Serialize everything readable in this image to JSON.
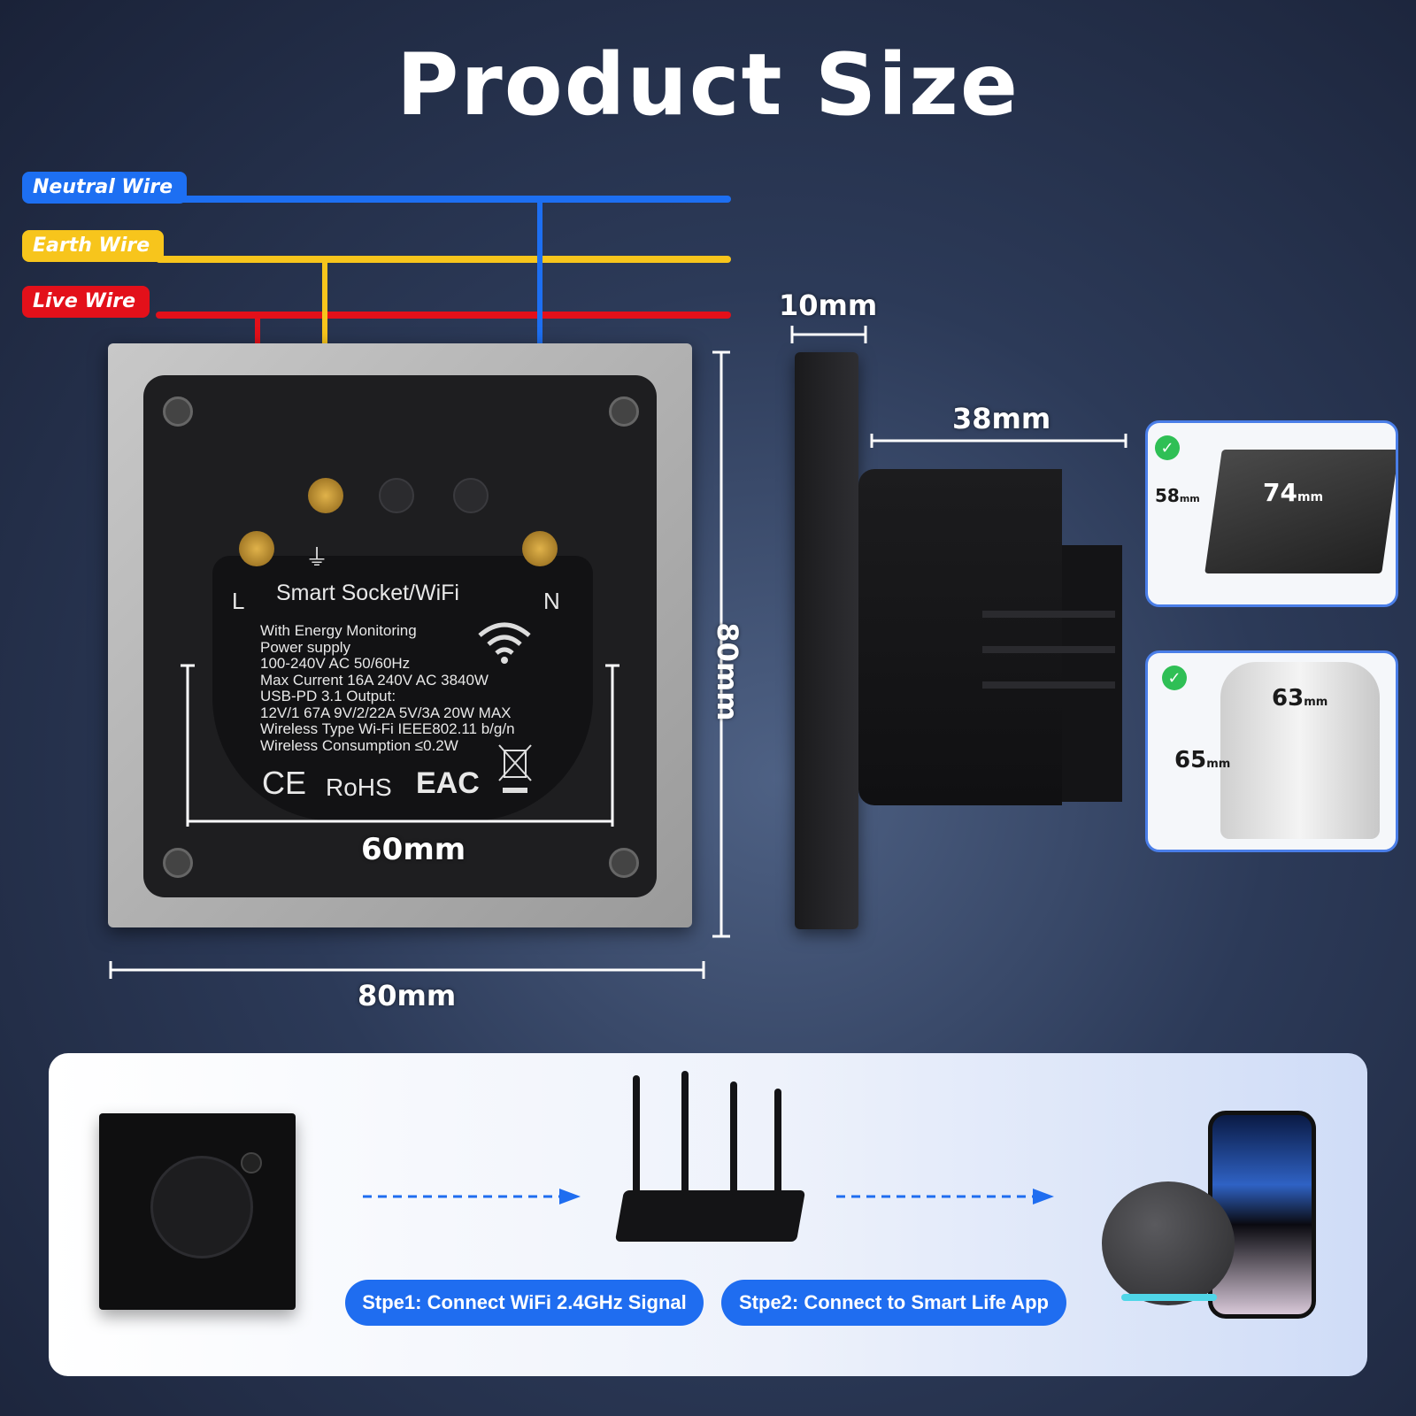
{
  "title": "Product Size",
  "wires": {
    "neutral": {
      "label": "Neutral Wire",
      "color": "#1d6ff2"
    },
    "earth": {
      "label": "Earth Wire",
      "color": "#f7c51c"
    },
    "live": {
      "label": "Live Wire",
      "color": "#e3101a"
    }
  },
  "socket_back": {
    "terminal_left": "L",
    "terminal_right": "N",
    "model": "Smart Socket/WiFi",
    "specs": [
      "With Energy Monitoring",
      "Power supply",
      "100-240V AC 50/60Hz",
      "Max Current 16A 240V AC 3840W",
      "USB-PD 3.1 Output:",
      "12V/1 67A 9V/2/22A 5V/3A 20W MAX",
      "Wireless Type Wi-Fi IEEE802.11 b/g/n",
      "Wireless Consumption ≤0.2W"
    ],
    "certs": [
      "CE",
      "RoHS",
      "EAC"
    ]
  },
  "dimensions": {
    "inner_width": "60mm",
    "outer_width": "80mm",
    "outer_height": "80mm",
    "plate_depth": "10mm",
    "body_depth": "38mm"
  },
  "boxes": {
    "square": {
      "depth": "58",
      "depth_unit": "mm",
      "width": "74",
      "width_unit": "mm"
    },
    "round": {
      "inner": "63",
      "inner_unit": "mm",
      "outer": "65",
      "outer_unit": "mm"
    }
  },
  "steps": {
    "step1": "Stpe1: Connect WiFi 2.4GHz Signal",
    "step2": "Stpe2: Connect to Smart Life App"
  }
}
